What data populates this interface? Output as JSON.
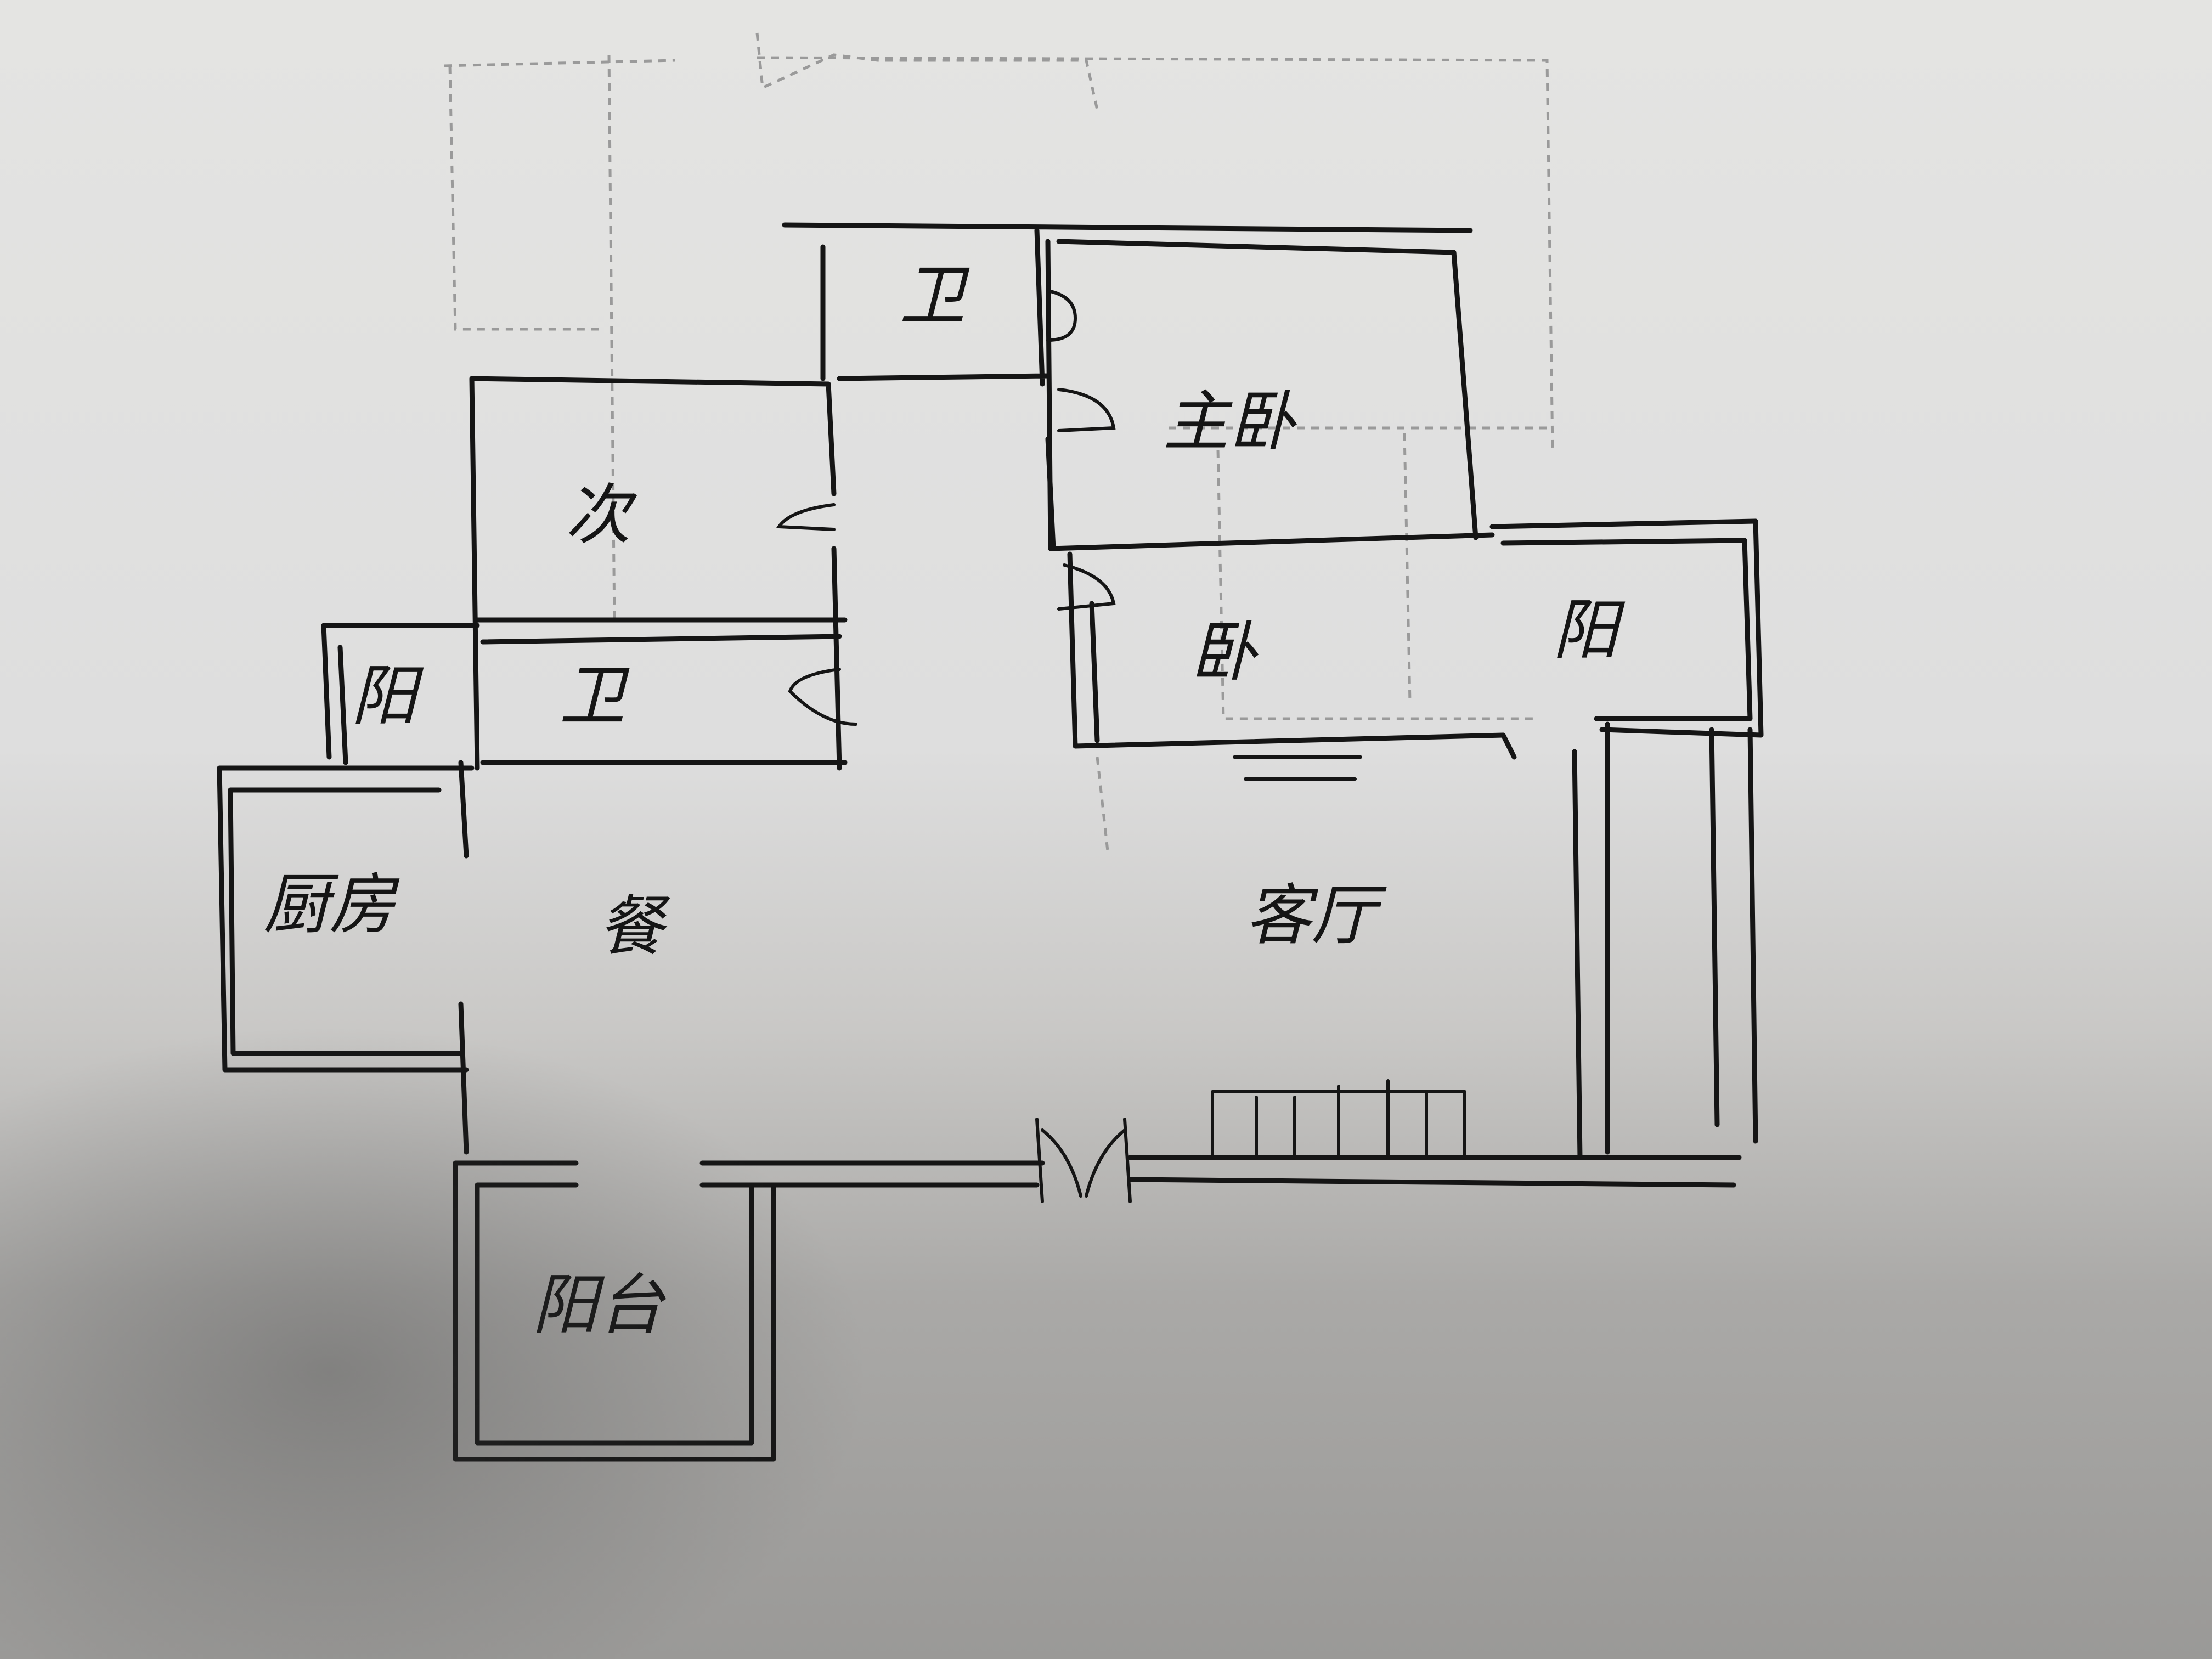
{
  "rooms": {
    "bath_upper": "卫",
    "master_bedroom": "主卧",
    "second_bedroom": "次",
    "bath_lower": "卫",
    "balcony_left": "阳",
    "bedroom_small": "卧",
    "balcony_right": "阳",
    "kitchen": "厨房",
    "dining": "餐",
    "living_room": "客厅",
    "balcony_bottom": "阳台"
  },
  "colors": {
    "ink": "#151515",
    "pencil": "#9a9a9a",
    "paper": "#e4e4e2"
  }
}
